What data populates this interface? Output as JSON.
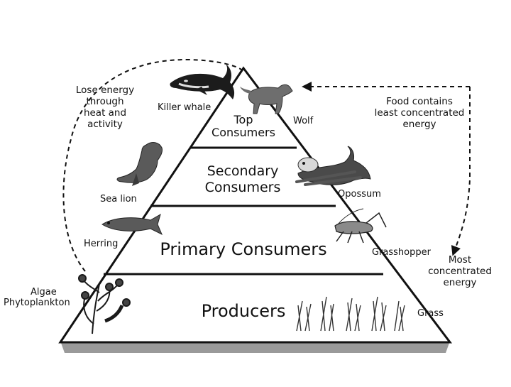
{
  "pyramid": {
    "tiers": {
      "top": [
        "Top",
        "Consumers"
      ],
      "secondary": [
        "Secondary",
        "Consumers"
      ],
      "primary": "Primary Consumers",
      "producers": "Producers"
    }
  },
  "organisms": {
    "killer_whale": "Killer whale",
    "wolf": "Wolf",
    "sea_lion": "Sea lion",
    "opossum": "Opossum",
    "herring": "Herring",
    "grasshopper": "Grasshopper",
    "algae": [
      "Algae",
      "Phytoplankton"
    ],
    "grass": "Grass"
  },
  "annotations": {
    "lose_energy": [
      "Lose energy",
      "through",
      "heat and",
      "activity"
    ],
    "least_concentrated": [
      "Food contains",
      "least concentrated",
      "energy"
    ],
    "most_concentrated": [
      "Most",
      "concentrated",
      "energy"
    ]
  },
  "colors": {
    "ink": "#111111",
    "shadow": "#9a9a9a",
    "animal_fill": "#6e6e6e",
    "animal_dark": "#2a2a2a"
  }
}
